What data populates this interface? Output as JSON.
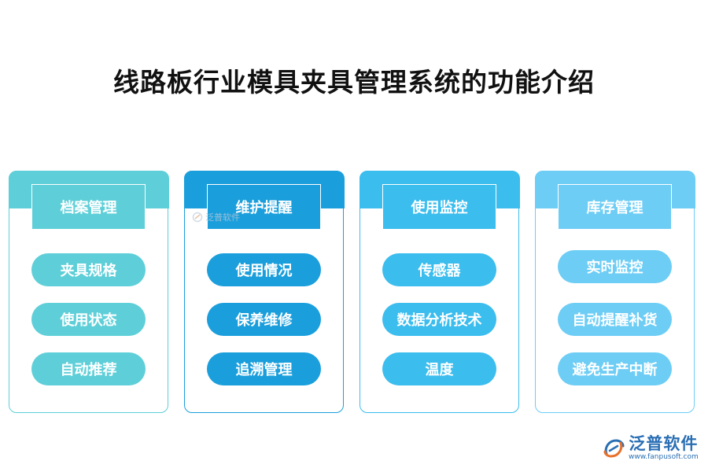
{
  "title": "线路板行业模具夹具管理系统的功能介绍",
  "columns": [
    {
      "heading": "档案管理",
      "color": "#5ecfd8",
      "items": [
        "夹具规格",
        "使用状态",
        "自动推荐"
      ]
    },
    {
      "heading": "维护提醒",
      "color": "#1b9fdc",
      "items": [
        "使用情况",
        "保养维修",
        "追溯管理"
      ]
    },
    {
      "heading": "使用监控",
      "color": "#3bbdee",
      "items": [
        "传感器",
        "数据分析技术",
        "温度"
      ]
    },
    {
      "heading": "库存管理",
      "color": "#6dcdf5",
      "items": [
        "实时监控",
        "自动提醒补货",
        "避免生产中断"
      ]
    }
  ],
  "watermark": {
    "text": "泛普软件"
  },
  "logo": {
    "name": "泛普软件",
    "url": "www.fanpusoft.com",
    "accent_color": "#e8702a",
    "brand_color": "#2a6fb4"
  }
}
